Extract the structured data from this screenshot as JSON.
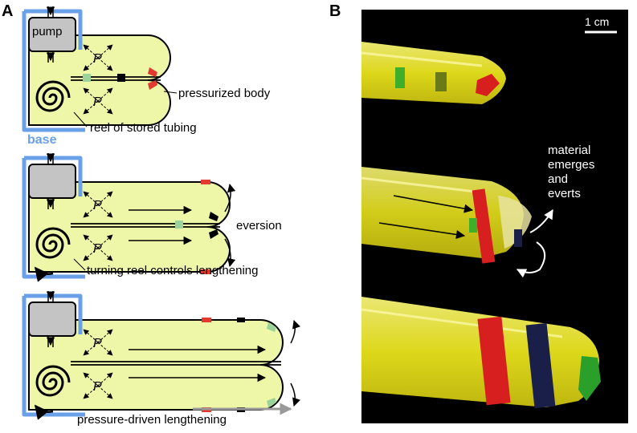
{
  "panel_a": {
    "label": "A",
    "pump_label": "pump",
    "pressure_label": "P",
    "base_label": "base",
    "annotation_pressurized_body": "pressurized body",
    "annotation_reel": "reel of stored tubing",
    "annotation_eversion": "eversion",
    "annotation_turning_reel": "turning reel controls lengthening",
    "annotation_pressure_driven": "pressure-driven lengthening"
  },
  "panel_b": {
    "label": "B",
    "scale_label": "1 cm",
    "material_line1": "material",
    "material_line2": "emerges",
    "material_line3": "and",
    "material_line4": "everts"
  },
  "colors": {
    "body_fill": "#eef7a8",
    "base_outline": "#6aa0e8",
    "pump_fill": "#c4c4c4",
    "marker_red": "#e23a2e",
    "marker_green": "#9bd39b",
    "photo_bg": "#000000",
    "tube_yellow": "#f2ee2a"
  }
}
